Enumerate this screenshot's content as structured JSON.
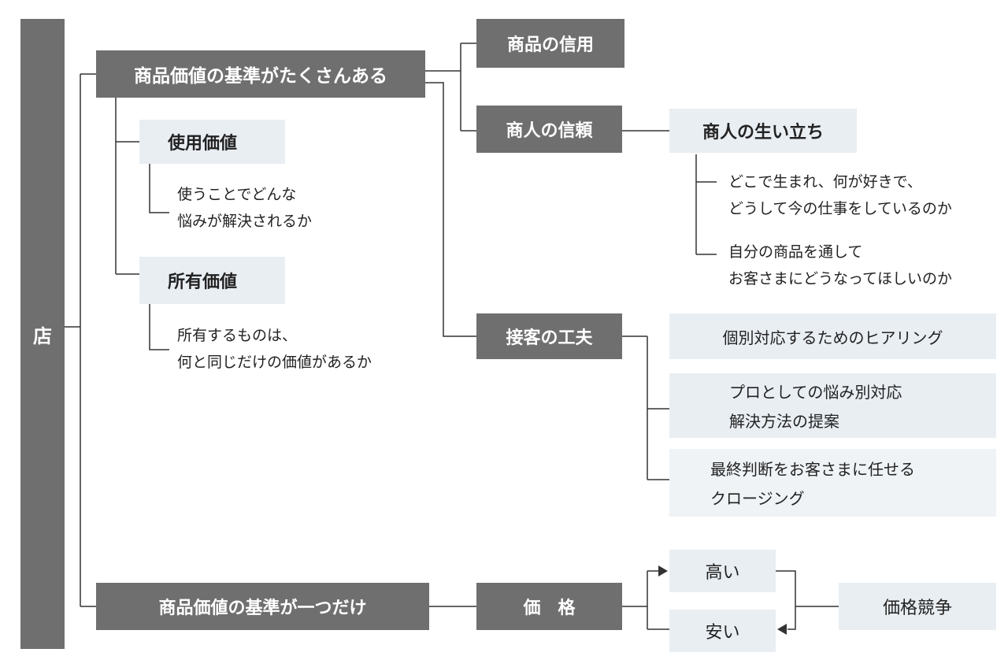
{
  "root": {
    "label": "店"
  },
  "many_standards": {
    "label": "商品価値の基準がたくさんある",
    "use_value": {
      "label": "使用価値",
      "desc": [
        "使うことでどんな",
        "悩みが解決されるか"
      ]
    },
    "own_value": {
      "label": "所有価値",
      "desc": [
        "所有するものは、",
        "何と同じだけの価値があるか"
      ]
    }
  },
  "product_trust": {
    "label": "商品の信用"
  },
  "merchant_trust": {
    "label": "商人の信頼",
    "background": {
      "label": "商人の生い立ち",
      "item1": [
        "どこで生まれ、何が好きで、",
        "どうして今の仕事をしているのか"
      ],
      "item2": [
        "自分の商品を通して",
        "お客さまにどうなってほしいのか"
      ]
    }
  },
  "service": {
    "label": "接客の工夫",
    "items": [
      {
        "lines": [
          "個別対応するためのヒアリング"
        ]
      },
      {
        "lines": [
          "プロとしての悩み別対応",
          "解決方法の提案"
        ]
      },
      {
        "lines": [
          "最終判断をお客さまに任せる",
          "クロージング"
        ]
      }
    ]
  },
  "single_standard": {
    "label": "商品価値の基準が一つだけ"
  },
  "price": {
    "label": "価　格",
    "high": "高い",
    "low": "安い",
    "competition": "価格競争"
  }
}
